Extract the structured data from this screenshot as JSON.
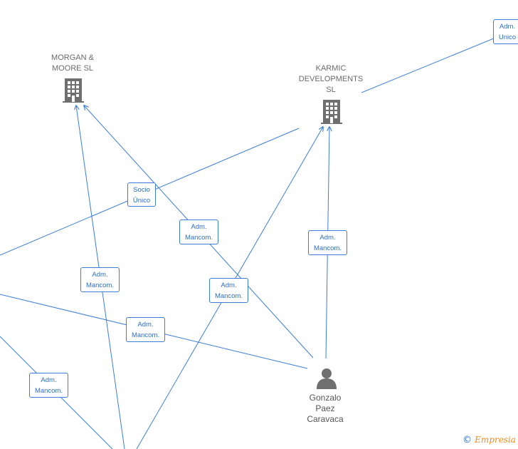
{
  "nodes": {
    "morgan": {
      "line1": "MORGAN &",
      "line2": "MOORE  SL"
    },
    "karmic": {
      "line1": "KARMIC",
      "line2": "DEVELOPMENTS",
      "line3": "SL"
    },
    "person": {
      "line1": "Gonzalo",
      "line2": "Paez",
      "line3": "Caravaca"
    }
  },
  "edge_labels": {
    "adm_unico": {
      "line1": "Adm.",
      "line2": "Unico"
    },
    "socio_unico": {
      "line1": "Socio",
      "line2": "Único"
    },
    "adm_mancom_1": {
      "line1": "Adm.",
      "line2": "Mancom."
    },
    "adm_mancom_2": {
      "line1": "Adm.",
      "line2": "Mancom."
    },
    "adm_mancom_3": {
      "line1": "Adm.",
      "line2": "Mancom."
    },
    "adm_mancom_4": {
      "line1": "Adm.",
      "line2": "Mancom."
    },
    "adm_mancom_5": {
      "line1": "Adm.",
      "line2": "Mancom."
    },
    "adm_mancom_6": {
      "line1": "Adm.",
      "line2": "Mancom."
    }
  },
  "watermark": {
    "symbol": "©",
    "brand": "Empresia"
  },
  "colors": {
    "edge": "#3b7dd8",
    "icon": "#6f6f6f",
    "label_text": "#2d6fc8"
  }
}
